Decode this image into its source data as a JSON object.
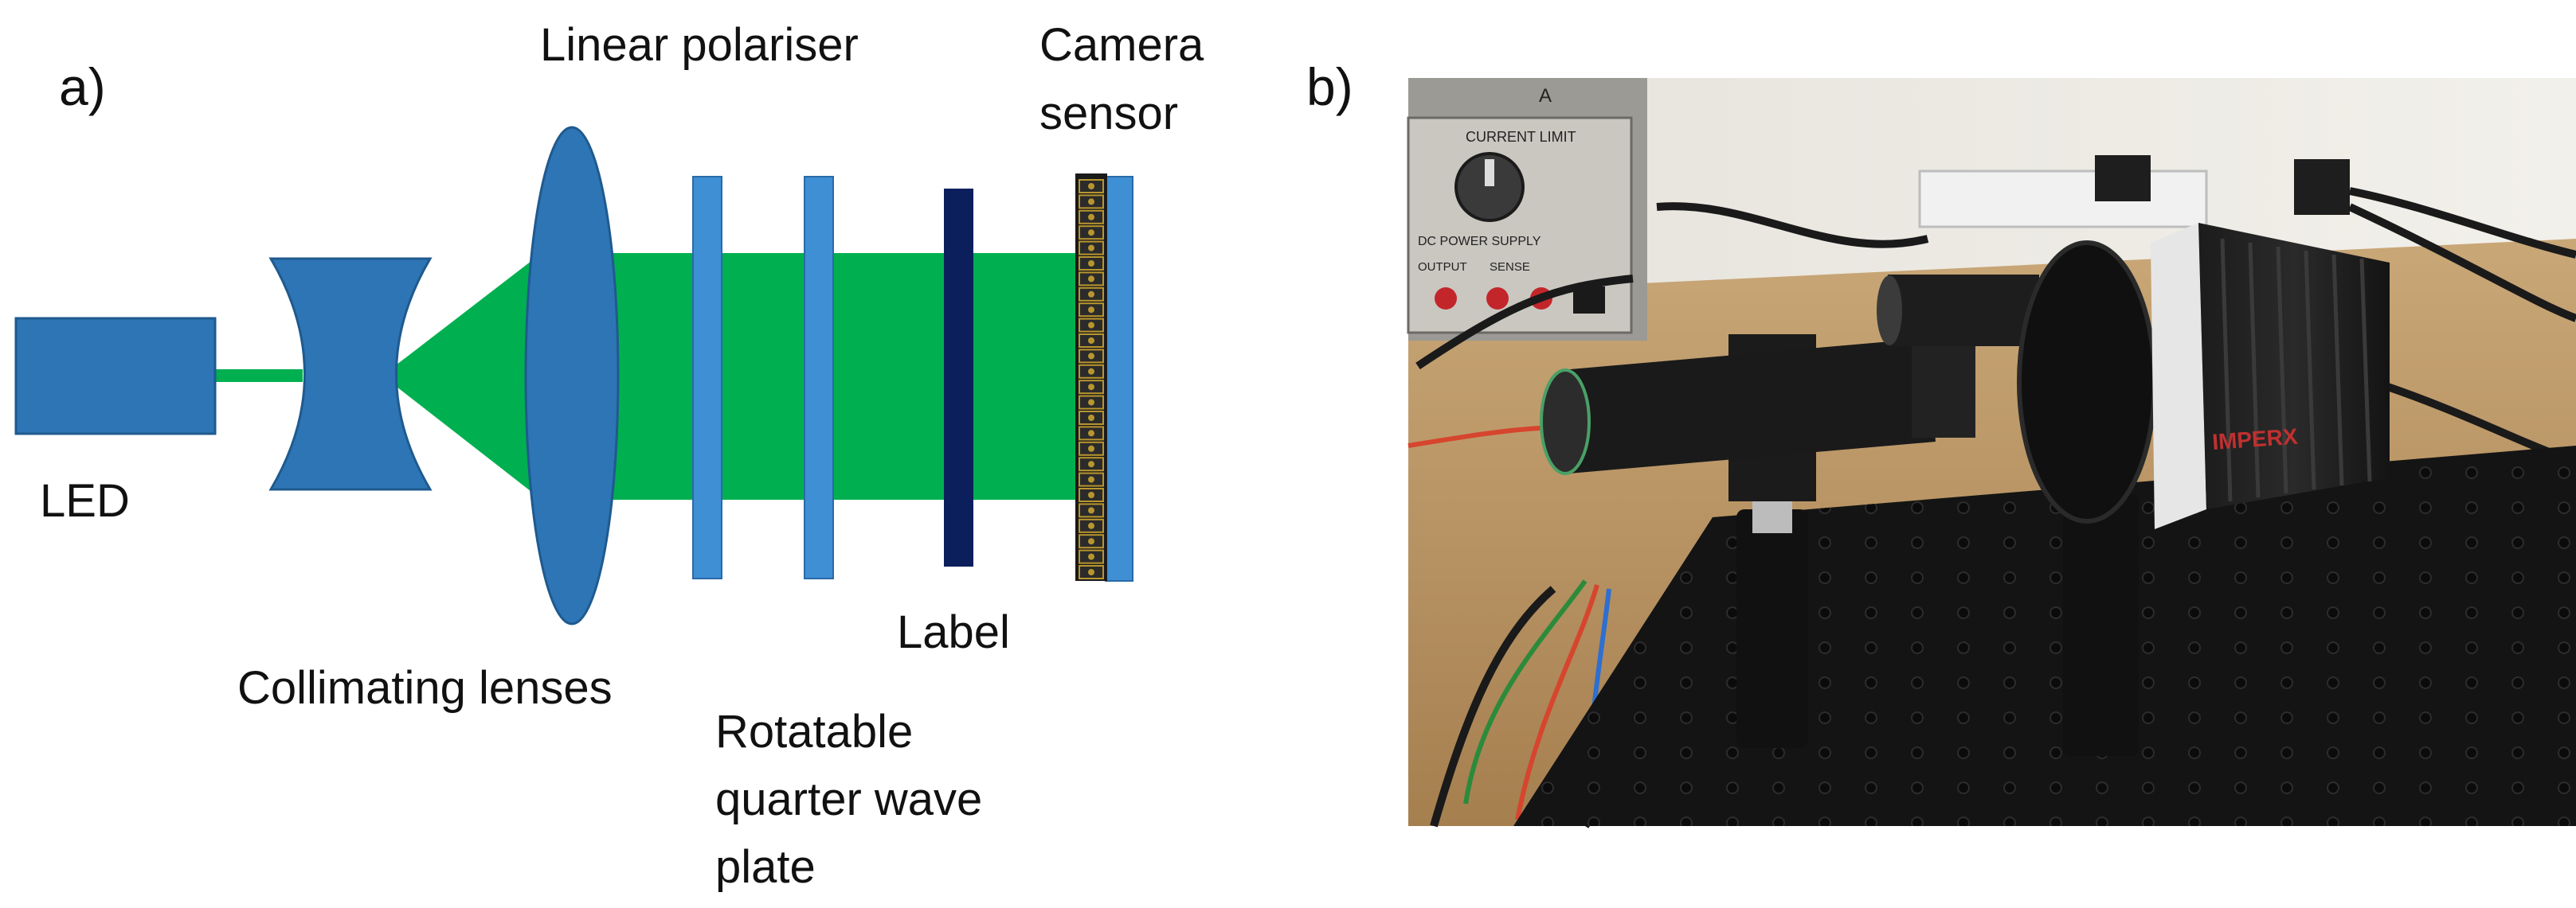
{
  "panel_a": {
    "tag": "a)",
    "labels": {
      "led": "LED",
      "collimating_lenses": "Collimating lenses",
      "linear_polariser": "Linear polariser",
      "camera_sensor_line1": "Camera",
      "camera_sensor_line2": "sensor",
      "label": "Label",
      "qwp_line1": "Rotatable",
      "qwp_line2": "quarter wave",
      "qwp_line3": "plate"
    },
    "colors": {
      "component_blue": "#2e75b6",
      "component_blue_light": "#3f8fd4",
      "beam_green": "#00b050",
      "label_navy": "#0a1f5c",
      "pixel_gold": "#b8962e"
    }
  },
  "panel_b": {
    "tag": "b)",
    "photo_text": {
      "brand": "IMPERX",
      "psu_title": "DC POWER SUPPLY",
      "psu_knob": "CURRENT LIMIT",
      "psu_output": "OUTPUT",
      "psu_sense": "SENSE",
      "psu_corner": "A"
    }
  }
}
